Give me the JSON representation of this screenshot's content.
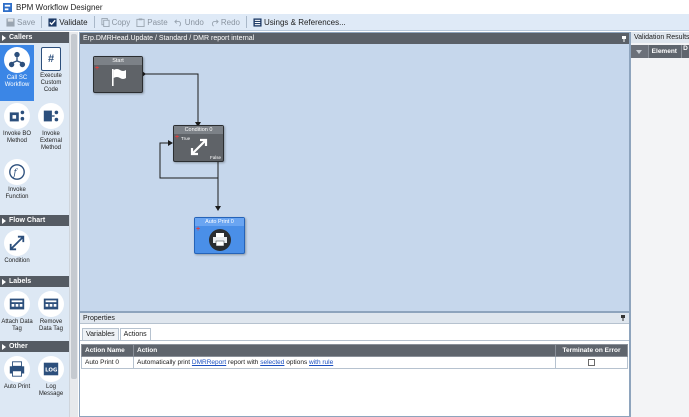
{
  "window": {
    "title": "BPM Workflow Designer"
  },
  "toolbar": {
    "save": "Save",
    "validate": "Validate",
    "copy": "Copy",
    "paste": "Paste",
    "undo": "Undo",
    "redo": "Redo",
    "usings": "Usings & References..."
  },
  "left_panel": {
    "sections": [
      {
        "title": "Callers",
        "tools": [
          {
            "label": "Call SC Workflow",
            "icon": "call-sc-workflow-icon",
            "selected": true
          },
          {
            "label": "Execute Custom Code",
            "icon": "execute-code-icon",
            "selected": false
          },
          {
            "label": "Invoke BO Method",
            "icon": "invoke-bo-method-icon",
            "selected": false
          },
          {
            "label": "Invoke External Method",
            "icon": "invoke-external-method-icon",
            "selected": false
          },
          {
            "label": "Invoke Function",
            "icon": "invoke-function-icon",
            "selected": false
          }
        ]
      },
      {
        "title": "Flow Chart",
        "tools": [
          {
            "label": "Condition",
            "icon": "condition-icon",
            "selected": false
          }
        ]
      },
      {
        "title": "Labels",
        "tools": [
          {
            "label": "Attach Data Tag",
            "icon": "attach-data-tag-icon",
            "selected": false
          },
          {
            "label": "Remove Data Tag",
            "icon": "remove-data-tag-icon",
            "selected": false
          }
        ]
      },
      {
        "title": "Other",
        "tools": [
          {
            "label": "Auto Print",
            "icon": "auto-print-icon",
            "selected": false
          },
          {
            "label": "Log Message",
            "icon": "log-message-icon",
            "selected": false
          }
        ]
      }
    ]
  },
  "canvas": {
    "title": "Erp.DMRHead.Update / Standard / DMR report internal",
    "nodes": {
      "start": {
        "title": "Start"
      },
      "condition": {
        "title": "Condition 0",
        "true_label": "True",
        "false_label": "False"
      },
      "auto_print": {
        "title": "Auto Print 0"
      }
    }
  },
  "properties": {
    "title": "Properties",
    "tabs": [
      "Variables",
      "Actions"
    ],
    "active_tab": "Actions",
    "columns": [
      "Action Name",
      "Action",
      "Terminate on Error"
    ],
    "rows": [
      {
        "action_name": "Auto Print 0",
        "action_prefix": "Automatically print ",
        "report_link": "DMRReport",
        "mid1": " report with ",
        "selected_link": "selected",
        "mid2": " options ",
        "rule_link": "with rule",
        "terminate_on_error": false
      }
    ]
  },
  "validation": {
    "title": "Validation Results",
    "columns": [
      "Element",
      "D"
    ]
  },
  "colors": {
    "accent": "#3b86e6",
    "canvas_bg": "#c6d7ec",
    "header_dark": "#5f656d"
  }
}
